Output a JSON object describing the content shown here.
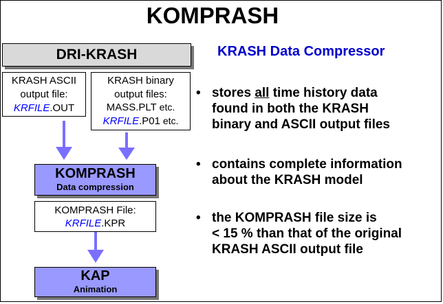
{
  "title": "KOMPRASH",
  "diagram": {
    "dri_krash": {
      "label": "DRI-KRASH"
    },
    "ascii_box": {
      "line1": "KRASH ASCII",
      "line2": "output file:",
      "file_italic": "KRFILE",
      "file_ext": ".OUT"
    },
    "binary_box": {
      "line1": "KRASH binary",
      "line2": "output files:",
      "line3_main": "MASS.PLT",
      "line3_etc": " etc.",
      "file_italic": "KRFILE",
      "file_ext": ".P01",
      "file_etc": " etc."
    },
    "komprash_box": {
      "label": "KOMPRASH",
      "sublabel": "Data compression"
    },
    "komprash_file_box": {
      "line1": "KOMPRASH File:",
      "file_italic": "KRFILE",
      "file_ext": ".KPR"
    },
    "kap_box": {
      "label": "KAP",
      "sublabel": "Animation"
    },
    "colors": {
      "arrow": "#7a6fff",
      "process_fill": "#9999ff",
      "source_fill": "#d9d9d9",
      "filename": "#0000ff"
    }
  },
  "right_panel": {
    "heading": "KRASH Data Compressor",
    "bullets": [
      {
        "pre": "stores ",
        "emph": "all",
        "post": " time history data",
        "line2": "found in both the KRASH",
        "line3": "binary and ASCII output files"
      },
      {
        "line1": "contains complete information",
        "line2": "about the KRASH model"
      },
      {
        "line1": "the KOMPRASH file size is",
        "line2": "< 15 % than that of the original",
        "line3": "KRASH ASCII output file"
      }
    ]
  }
}
